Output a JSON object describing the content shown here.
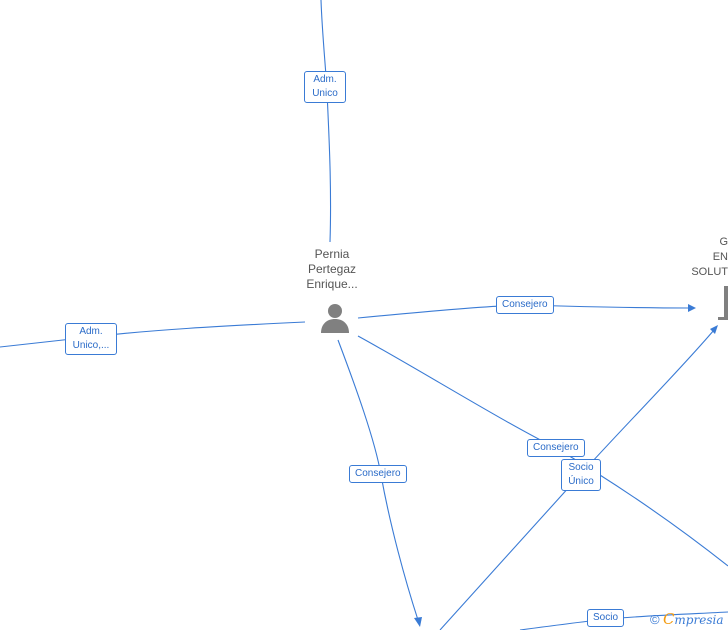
{
  "nodes": {
    "center_person": {
      "name_lines": [
        "Pernia",
        "Pertegaz",
        "Enrique..."
      ],
      "icon": "person-icon"
    },
    "right_company": {
      "name_lines": [
        "G",
        "EN",
        "SOLUT"
      ],
      "icon": "building-icon"
    }
  },
  "edges": {
    "top": "Adm.\nUnico",
    "left": "Adm.\nUnico,...",
    "right_company": "Consejero",
    "bottom": "Consejero",
    "bottom_right": "Consejero",
    "socio_unico": "Socio\nÚnico",
    "socio_bottom": "Socio"
  },
  "footer": {
    "copyright": "©",
    "brand_first": "C",
    "brand_rest": "mpresia"
  },
  "colors": {
    "edge": "#3a7bd5",
    "node_text": "#555555",
    "brand_accent": "#f39c12"
  }
}
